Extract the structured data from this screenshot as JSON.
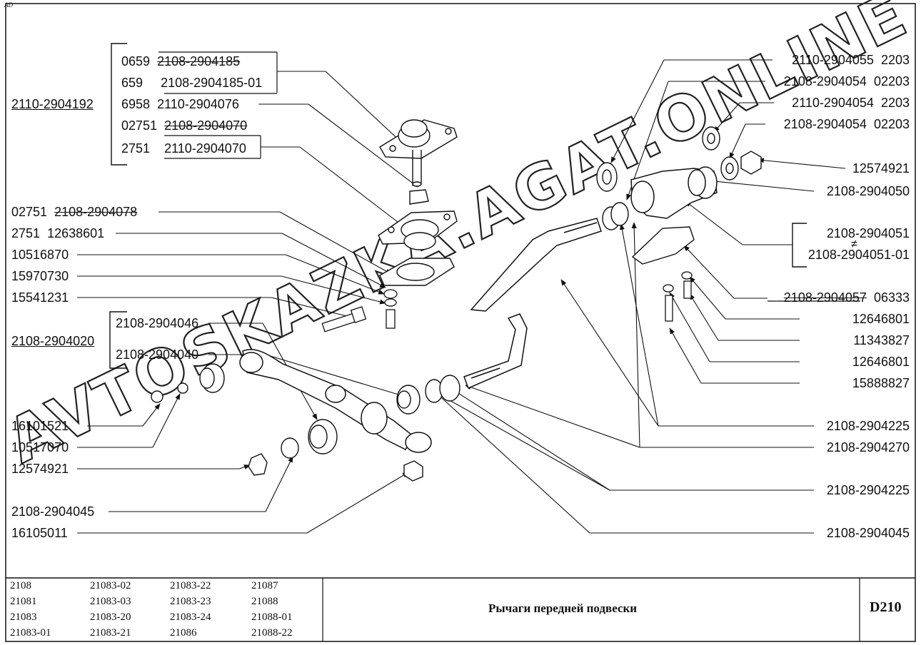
{
  "corner_tag": "AD",
  "watermark": "AVTOSKAZKA.AGAT.ONLINE",
  "group_brackets": [
    {
      "name": "2110-2904192",
      "items": [
        {
          "pos": "0659",
          "part": "2108-2904185",
          "obsolete": true
        },
        {
          "pos": "659",
          "part": "2108-2904185-01",
          "obsolete": false
        },
        {
          "pos": "6958",
          "part": "2110-2904076",
          "obsolete": false
        },
        {
          "pos": "02751",
          "part": "2108-2904070",
          "obsolete": true
        },
        {
          "pos": "2751",
          "part": "2110-2904070",
          "obsolete": false
        }
      ]
    },
    {
      "name": "2108-2904020",
      "items": [
        {
          "part": "2108-2904046"
        },
        {
          "part": "2108-2904040"
        }
      ]
    }
  ],
  "left_labels": [
    {
      "pos": "02751",
      "part": "2108-2904078",
      "obsolete": true
    },
    {
      "pos": "2751",
      "part": "12638601",
      "obsolete": false
    },
    {
      "part": "10516870"
    },
    {
      "part": "15970730"
    },
    {
      "part": "15541231"
    },
    {
      "part": "16101521"
    },
    {
      "part": "10517070"
    },
    {
      "part": "12574921"
    },
    {
      "part": "2108-2904045"
    },
    {
      "part": "16105011"
    }
  ],
  "right_labels": [
    {
      "part": "2110-2904055",
      "pos": "2203"
    },
    {
      "part": "2108-2904054",
      "pos": "02203"
    },
    {
      "part": "2110-2904054",
      "pos": "2203"
    },
    {
      "part": "2108-2904054",
      "pos": "02203"
    },
    {
      "part": "12574921"
    },
    {
      "part": "2108-2904050"
    },
    {
      "part": "2108-2904051"
    },
    {
      "symbol": "≠"
    },
    {
      "part": "2108-2904051-01"
    },
    {
      "part": "2108-2904057",
      "pos": "06333",
      "obsolete": true
    },
    {
      "part": "12646801"
    },
    {
      "part": "11343827"
    },
    {
      "part": "12646801"
    },
    {
      "part": "15888827"
    },
    {
      "part": "2108-2904225"
    },
    {
      "part": "2108-2904270"
    },
    {
      "part": "2108-2904225"
    },
    {
      "part": "2108-2904045"
    }
  ],
  "models": [
    [
      "2108",
      "21083-02",
      "21083-22",
      "21087"
    ],
    [
      "21081",
      "21083-03",
      "21083-23",
      "21088"
    ],
    [
      "21083",
      "21083-20",
      "21083-24",
      "21088-01"
    ],
    [
      "21083-01",
      "21083-21",
      "21086",
      "21088-22"
    ]
  ],
  "title": "Рычаги передней подвески",
  "sheet_code": "D210"
}
